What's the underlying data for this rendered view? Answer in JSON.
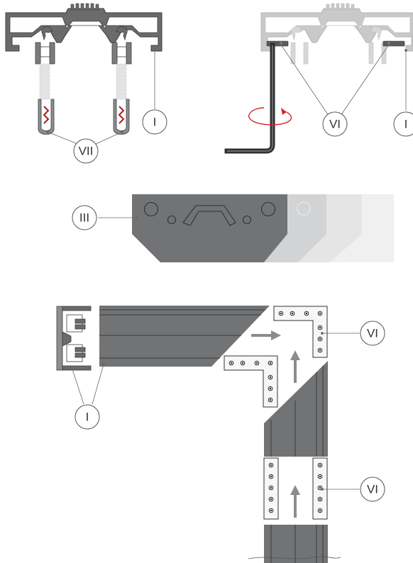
{
  "callouts": {
    "vii": "VII",
    "vi": "VI",
    "i": "I",
    "iii": "III"
  },
  "colors": {
    "profile": "#5b5c5e",
    "profile_light": "#c8c9ca",
    "metal_dark": "#404143",
    "bracket": "#f7f7f7",
    "arrow": "#8a8b8d",
    "rotation": "#d8232a",
    "leader": "#666666"
  }
}
